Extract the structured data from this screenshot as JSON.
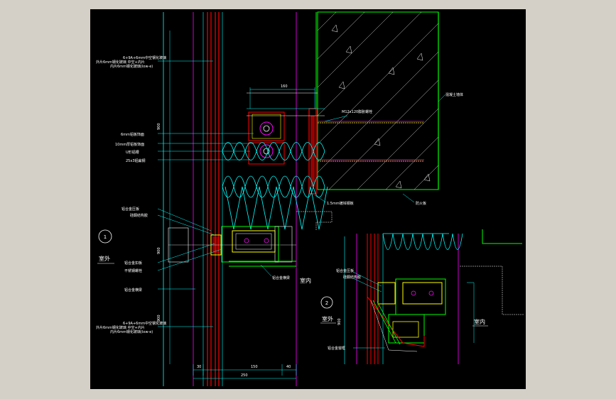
{
  "drawing": {
    "background": "#000000",
    "frame_color": "#d4d0c8",
    "colors": {
      "cyan": "#00ffff",
      "magenta": "#ff00ff",
      "red": "#ff0000",
      "green": "#00ff00",
      "yellow": "#ffff00",
      "white": "#ffffff"
    },
    "view1": {
      "side_label": "室外",
      "section_mark": "1",
      "labels": {
        "glass_spec_1": "6+9A+6mm中空钢化玻璃",
        "glass_spec_2": "外片6mm钢化玻璃 中空+内片",
        "glass_spec_3": "内片6mm钢化玻璃(low-e)",
        "leader_1": "6mm铝板饰面",
        "leader_2": "10mm厚铝板饰面",
        "leader_3": "U形铝槽",
        "leader_4": "25x3铝扁钢",
        "top_left_1": "铝合金压板",
        "top_left_2": "硅酮结构胶",
        "mid_left_1": "铝合金扣板",
        "mid_left_2": "不锈钢螺栓",
        "mid_left_3": "铝合金横梁",
        "bottom_spec_1": "6+9A+6mm中空钢化玻璃",
        "bottom_spec_2": "外片6mm钢化玻璃 中空+内片",
        "bottom_spec_3": "内片6mm钢化玻璃(low-e)",
        "anchor_label": "M12x120膨胀螺栓",
        "wall_label": "混凝土墙体",
        "fire_label": "防火板",
        "plate_label": "1.5mm镀锌钢板",
        "transom_label": "铝合金横梁",
        "dim_top": "160",
        "dim_bottom_1": "30",
        "dim_bottom_2": "150",
        "dim_bottom_3": "40",
        "dim_bottom_total": "250",
        "dim_vert_1": "900",
        "dim_vert_2": "900",
        "dim_vert_3": "900"
      }
    },
    "view2": {
      "side_label_left": "室外",
      "side_label_right": "室内",
      "section_mark": "2",
      "labels": {
        "leader_1": "铝合金压板",
        "leader_2": "硅酮结构胶",
        "bottom_label": "铝合金窗框",
        "dim_vert": "900"
      }
    },
    "view1_indoor_label": "室内"
  }
}
